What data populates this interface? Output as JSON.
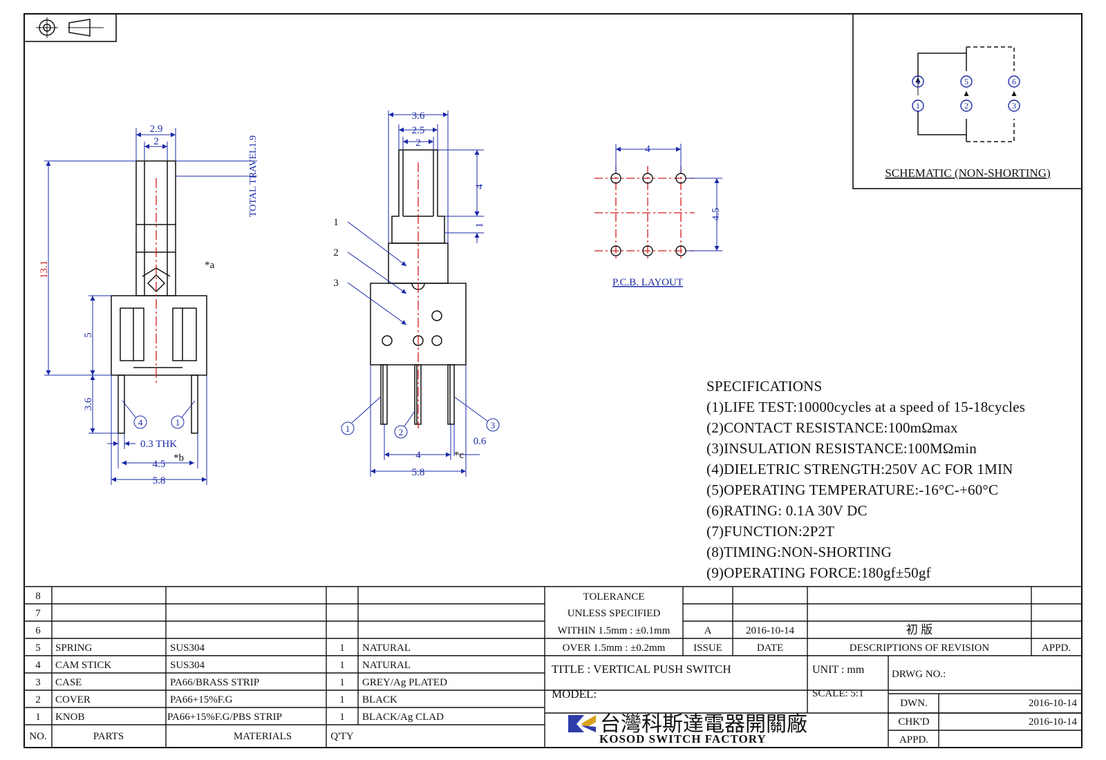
{
  "corner_symbol": "projection-symbol",
  "schematic": {
    "caption": "SCHEMATIC (NON-SHORTING)",
    "pins_top": [
      "4",
      "5",
      "6"
    ],
    "pins_bottom": [
      "1",
      "2",
      "3"
    ]
  },
  "side_view": {
    "dim_width_top": "2.9",
    "dim_width_inner": "2",
    "travel": "TOTAL TRAVEL1.9",
    "height_total": "13.1",
    "height_body": "5",
    "pin_length": "3.6",
    "note_a": "*a",
    "pin_left": "4",
    "pin_right": "1",
    "thk": "0.3 THK",
    "pitch": "4.5",
    "note_b": "*b",
    "width": "5.8"
  },
  "front_view": {
    "dim_top": "3.6",
    "dim_mid": "2.5",
    "dim_inner": "2",
    "dim_plunger": "4",
    "dim_step": "1",
    "callouts": [
      "1",
      "2",
      "3"
    ],
    "pins": [
      "1",
      "2",
      "3"
    ],
    "pitch": "4",
    "note_c": "*c",
    "pin_w": "0.6",
    "width": "5.8"
  },
  "pcb": {
    "dim_x": "4",
    "dim_y": "4.5",
    "caption": "P.C.B. LAYOUT"
  },
  "specifications": {
    "title": "SPECIFICATIONS",
    "items": [
      "(1)LIFE TEST:10000cycles at a speed of 15-18cycles",
      "(2)CONTACT RESISTANCE:100mΩmax",
      "(3)INSULATION RESISTANCE:100MΩmin",
      "(4)DIELETRIC STRENGTH:250V AC FOR 1MIN",
      "(5)OPERATING TEMPERATURE:-16°C-+60°C",
      "(6)RATING: 0.1A 30V DC",
      "(7)FUNCTION:2P2T",
      "(8)TIMING:NON-SHORTING",
      "(9)OPERATING FORCE:180gf±50gf"
    ]
  },
  "bom": {
    "headers": [
      "NO.",
      "PARTS",
      "MATERIALS",
      "Q'TY"
    ],
    "rows": [
      {
        "no": "8",
        "part": "",
        "material": "",
        "qty": "",
        "finish": ""
      },
      {
        "no": "7",
        "part": "",
        "material": "",
        "qty": "",
        "finish": ""
      },
      {
        "no": "6",
        "part": "",
        "material": "",
        "qty": "",
        "finish": ""
      },
      {
        "no": "5",
        "part": "SPRING",
        "material": "SUS304",
        "qty": "1",
        "finish": "NATURAL"
      },
      {
        "no": "4",
        "part": "CAM STICK",
        "material": "SUS304",
        "qty": "1",
        "finish": "NATURAL"
      },
      {
        "no": "3",
        "part": "CASE",
        "material": "PA66/BRASS STRIP",
        "qty": "1",
        "finish": "GREY/Ag PLATED"
      },
      {
        "no": "2",
        "part": "COVER",
        "material": "PA66+15%F.G",
        "qty": "1",
        "finish": "BLACK"
      },
      {
        "no": "1",
        "part": "KNOB",
        "material": "PA66+15%F.G/PBS STRIP",
        "qty": "1",
        "finish": "BLACK/Ag CLAD"
      }
    ]
  },
  "title_block": {
    "tolerance_1": "TOLERANCE",
    "tolerance_2": "UNLESS  SPECIFIED",
    "within": "WITHIN 1.5mm : ±0.1mm",
    "over": "OVER 1.5mm : ±0.2mm",
    "issue_value": "A",
    "date_value": "2016-10-14",
    "revision_desc": "初  版",
    "issue_label": "ISSUE",
    "date_label": "DATE",
    "desc_label": "DESCRIPTIONS OF REVISION",
    "appd_label": "APPD.",
    "title": "TITLE :  VERTICAL PUSH SWITCH",
    "unit": "UNIT :  mm",
    "model": "MODEL:",
    "scale": "SCALE:  5:1",
    "drwg_no": "DRWG NO.:",
    "dwn_label": "DWN.",
    "dwn_date": "2016-10-14",
    "chkd_label": "CHK'D",
    "chkd_date": "2016-10-14",
    "appd2_label": "APPD.",
    "company_cn": "台灣科斯達電器開關廠",
    "company_en": "KOSOD SWITCH FACTORY"
  },
  "colors": {
    "line": "#111111",
    "dim": "#1a2aa8",
    "center": "#d11a1a"
  }
}
